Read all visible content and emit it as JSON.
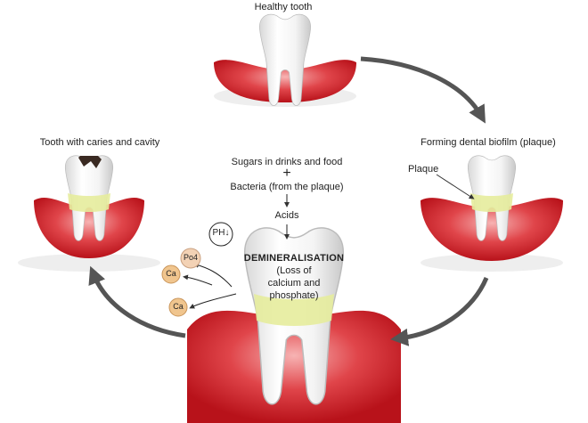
{
  "labels": {
    "healthy": "Healthy tooth",
    "biofilm": "Forming dental biofilm (plaque)",
    "caries": "Tooth with caries and cavity",
    "plaque": "Plaque",
    "sugars": "Sugars in drinks and food",
    "plus": "+",
    "bacteria": "Bacteria (from the plaque)",
    "arrow_down": "↓",
    "acids": "Acids",
    "ph": "PH↓",
    "po4": "Po4",
    "ca": "Ca",
    "demin_title": "DEMINERALISATION",
    "demin_line1": "(Loss of",
    "demin_line2": "calcium and",
    "demin_line3": "phosphate)"
  },
  "colors": {
    "gum": "#d9232a",
    "plaque": "#e6ec9c",
    "arrow": "#555555",
    "ion": "#f0c58e"
  }
}
